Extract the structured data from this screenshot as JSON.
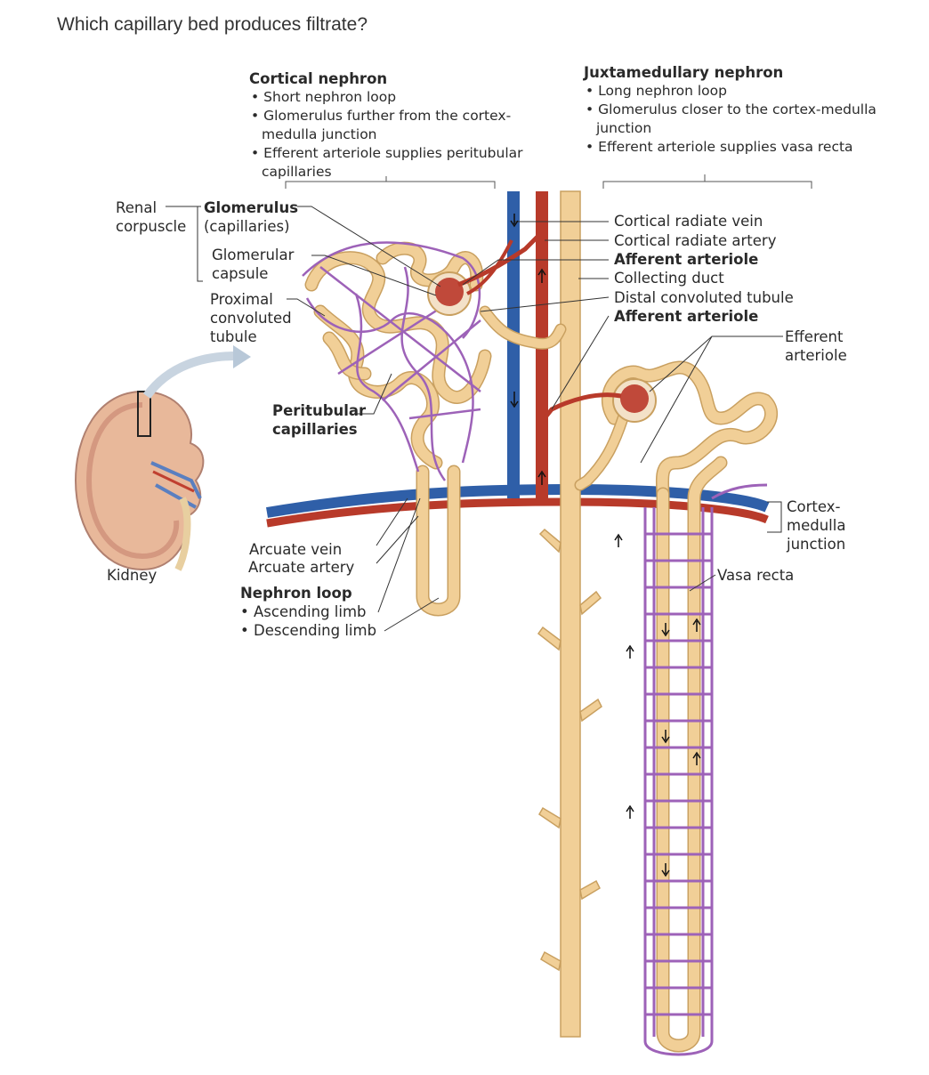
{
  "question": "Which capillary bed produces filtrate?",
  "cortical_header": {
    "title": "Cortical nephron",
    "bullets": [
      "Short nephron loop",
      "Glomerulus further from the cortex-medulla junction",
      "Efferent arteriole supplies peritubular capillaries"
    ]
  },
  "juxta_header": {
    "title": "Juxtamedullary nephron",
    "bullets": [
      "Long nephron loop",
      "Glomerulus closer to the cortex-medulla junction",
      "Efferent arteriole supplies vasa recta"
    ]
  },
  "labels": {
    "renal_corpuscle": "Renal corpuscle",
    "glomerulus": "Glomerulus",
    "glomerulus_sub": "(capillaries)",
    "glomerular_capsule": "Glomerular capsule",
    "proximal_tubule": "Proximal convoluted tubule",
    "kidney": "Kidney",
    "peritubular": "Peritubular capillaries",
    "arcuate_vein": "Arcuate vein",
    "arcuate_artery": "Arcuate artery",
    "nephron_loop": "Nephron loop",
    "ascending": "Ascending limb",
    "descending": "Descending limb",
    "cortical_radiate_vein": "Cortical radiate vein",
    "cortical_radiate_artery": "Cortical radiate artery",
    "afferent_1": "Afferent arteriole",
    "collecting_duct": "Collecting duct",
    "distal_tubule": "Distal convoluted tubule",
    "afferent_2": "Afferent arteriole",
    "efferent": "Efferent arteriole",
    "cortex_medulla": "Cortex- medulla junction",
    "vasa_recta": "Vasa recta"
  },
  "colors": {
    "tubule": "#f1cf97",
    "tubule_edge": "#c9a060",
    "vein": "#2f5fa8",
    "artery": "#b83a2a",
    "capillary": "#9d62b8",
    "kidney": "#e8b89a"
  }
}
